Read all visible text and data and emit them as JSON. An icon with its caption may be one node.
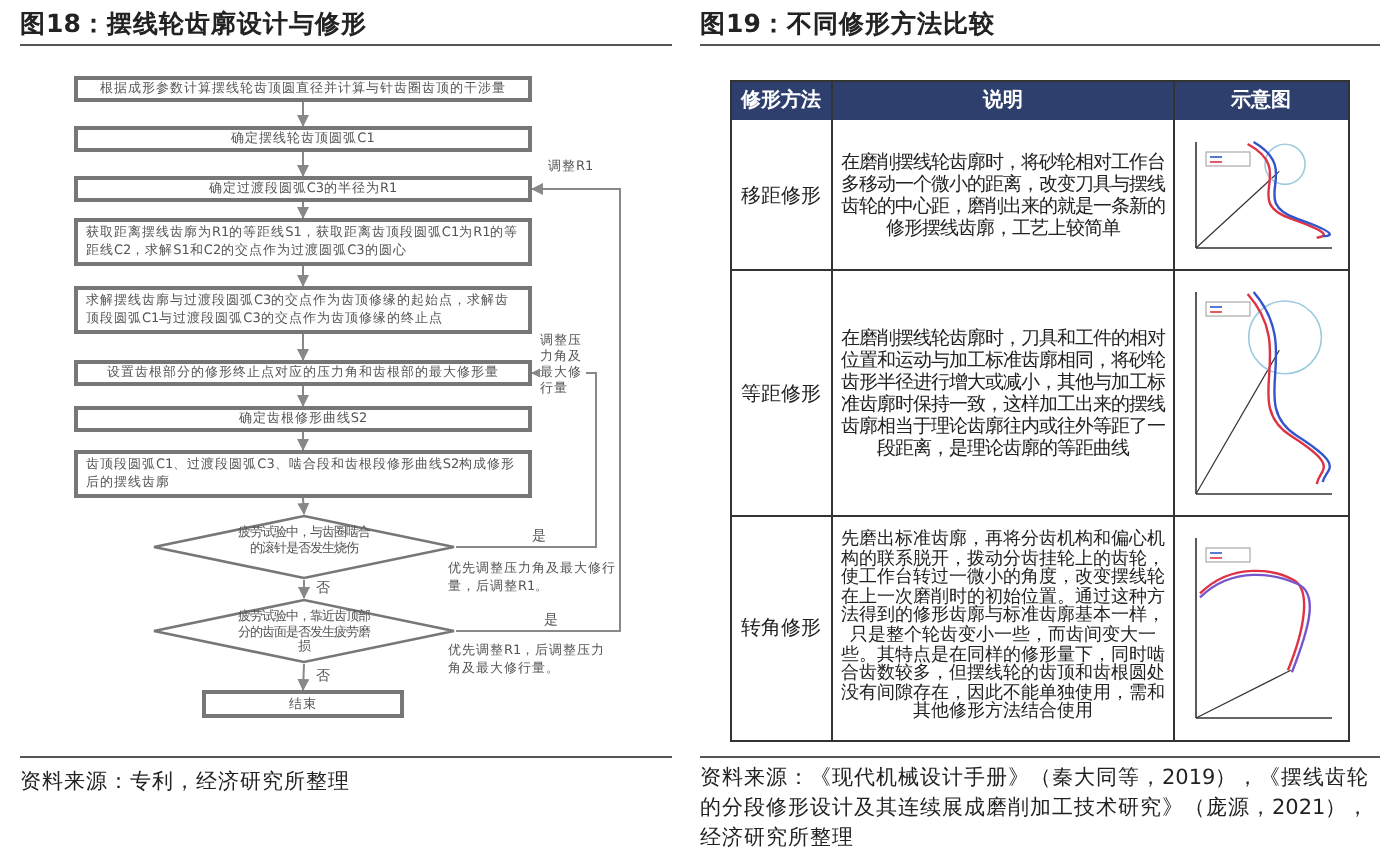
{
  "diagram": {
    "title": "图18：摆线轮齿廓设计与修形",
    "nodes": [
      {
        "text": [
          "根据成形参数计算摆线轮齿顶圆直径并计算与针齿圈齿顶的干涉量"
        ]
      },
      {
        "text": [
          "确定摆线轮齿顶圆弧C1"
        ]
      },
      {
        "text": [
          "确定过渡段圆弧C3的半径为R1"
        ]
      },
      {
        "text": [
          "获取距离摆线齿廓为R1的等距线S1，获取距离齿顶段圆弧C1为R1的等距线C2，求解S1和C2的交点作为过渡圆弧C3的圆心"
        ]
      },
      {
        "text": [
          "求解摆线齿廓与过渡段圆弧C3的交点作为齿顶修缘的起始点，求解齿顶段圆弧C1与过渡段圆弧C3的交点作为齿顶修缘的终止点"
        ]
      },
      {
        "text": [
          "设置齿根部分的修形终止点对应的压力角和齿根部的最大修形量"
        ]
      },
      {
        "text": [
          "确定齿根修形曲线S2"
        ]
      },
      {
        "text": [
          "齿顶段圆弧C1、过渡段圆弧C3、啮合段和齿根段修形曲线S2构成修形后的摆线齿廓"
        ]
      },
      {
        "text": [
          "疲劳试验中，与齿圈啮合的滚针是否发生烧伤"
        ],
        "beside": [
          "优先调整压力角及最大修行量，后调整R1。"
        ]
      },
      {
        "text": [
          "疲劳试验中，靠近齿顶部分的齿面是否发生疲劳磨损"
        ],
        "beside": [
          "优先调整R1，后调整压力角及最大修行量。"
        ]
      },
      {
        "text": [
          "结束"
        ]
      }
    ],
    "edges": [
      {
        "from": 0,
        "to": 1,
        "arrow": "to"
      },
      {
        "from": 1,
        "to": 2,
        "arrow": "to"
      },
      {
        "from": 2,
        "to": 3,
        "arrow": "to"
      },
      {
        "from": 3,
        "to": 4,
        "arrow": "to"
      },
      {
        "from": 4,
        "to": 5,
        "arrow": "to"
      },
      {
        "from": 5,
        "to": 6,
        "arrow": "to"
      },
      {
        "from": 6,
        "to": 7,
        "arrow": "to"
      },
      {
        "from": 7,
        "to": 8,
        "arrow": "to"
      },
      {
        "from": 8,
        "to": 9,
        "arrow": "to",
        "label": "否"
      },
      {
        "from": 9,
        "to": 10,
        "arrow": "to",
        "label": "否"
      },
      {
        "from": 8,
        "to": 5,
        "arrow": "to",
        "label": "是"
      },
      {
        "from": 9,
        "to": 2,
        "arrow": "to",
        "label": "是"
      }
    ],
    "labels": [
      "图19：不同修形方法比较",
      "调整R1",
      "调整压力角及最大修行量",
      "修形方法",
      "说明",
      "示意图",
      "移距修形",
      "在磨削摆线轮齿廓时，将砂轮相对工作台多移动一个微小的距离，改变刀具与摆线齿轮的中心距，磨削出来的就是一条新的修形摆线齿廓，工艺上较简单",
      "等距修形",
      "在磨削摆线轮齿廓时，刀具和工件的相对位置和运动与加工标准齿廓相同，将砂轮齿形半径进行增大或减小，其他与加工标准齿廓时保持一致，这样加工出来的摆线齿廓相当于理论齿廓往内或往外等距了一段距离，是理论齿廓的等距曲线",
      "转角修形",
      "先磨出标准齿廓，再将分齿机构和偏心机构的联系脱开，拨动分齿挂轮上的齿轮，使工作台转过一微小的角度，改变摆线轮在上一次磨削时的初始位置。通过这种方法得到的修形齿廓与标准齿廓基本一样，只是整个轮齿变小一些，而齿间变大一些。其特点是在同样的修形量下，同时啮合齿数较多，但摆线轮的齿顶和齿根圆处没有间隙存在，因此不能单独使用，需和其他修形方法结合使用",
      "资料来源：专利，经济研究所整理",
      "资料来源：《现代机械设计手册》（秦大同等，2019），《摆线齿轮的分段修形设计及其连续展成磨削加工技术研究》（庞源，2021），经济研究所整理"
    ]
  }
}
